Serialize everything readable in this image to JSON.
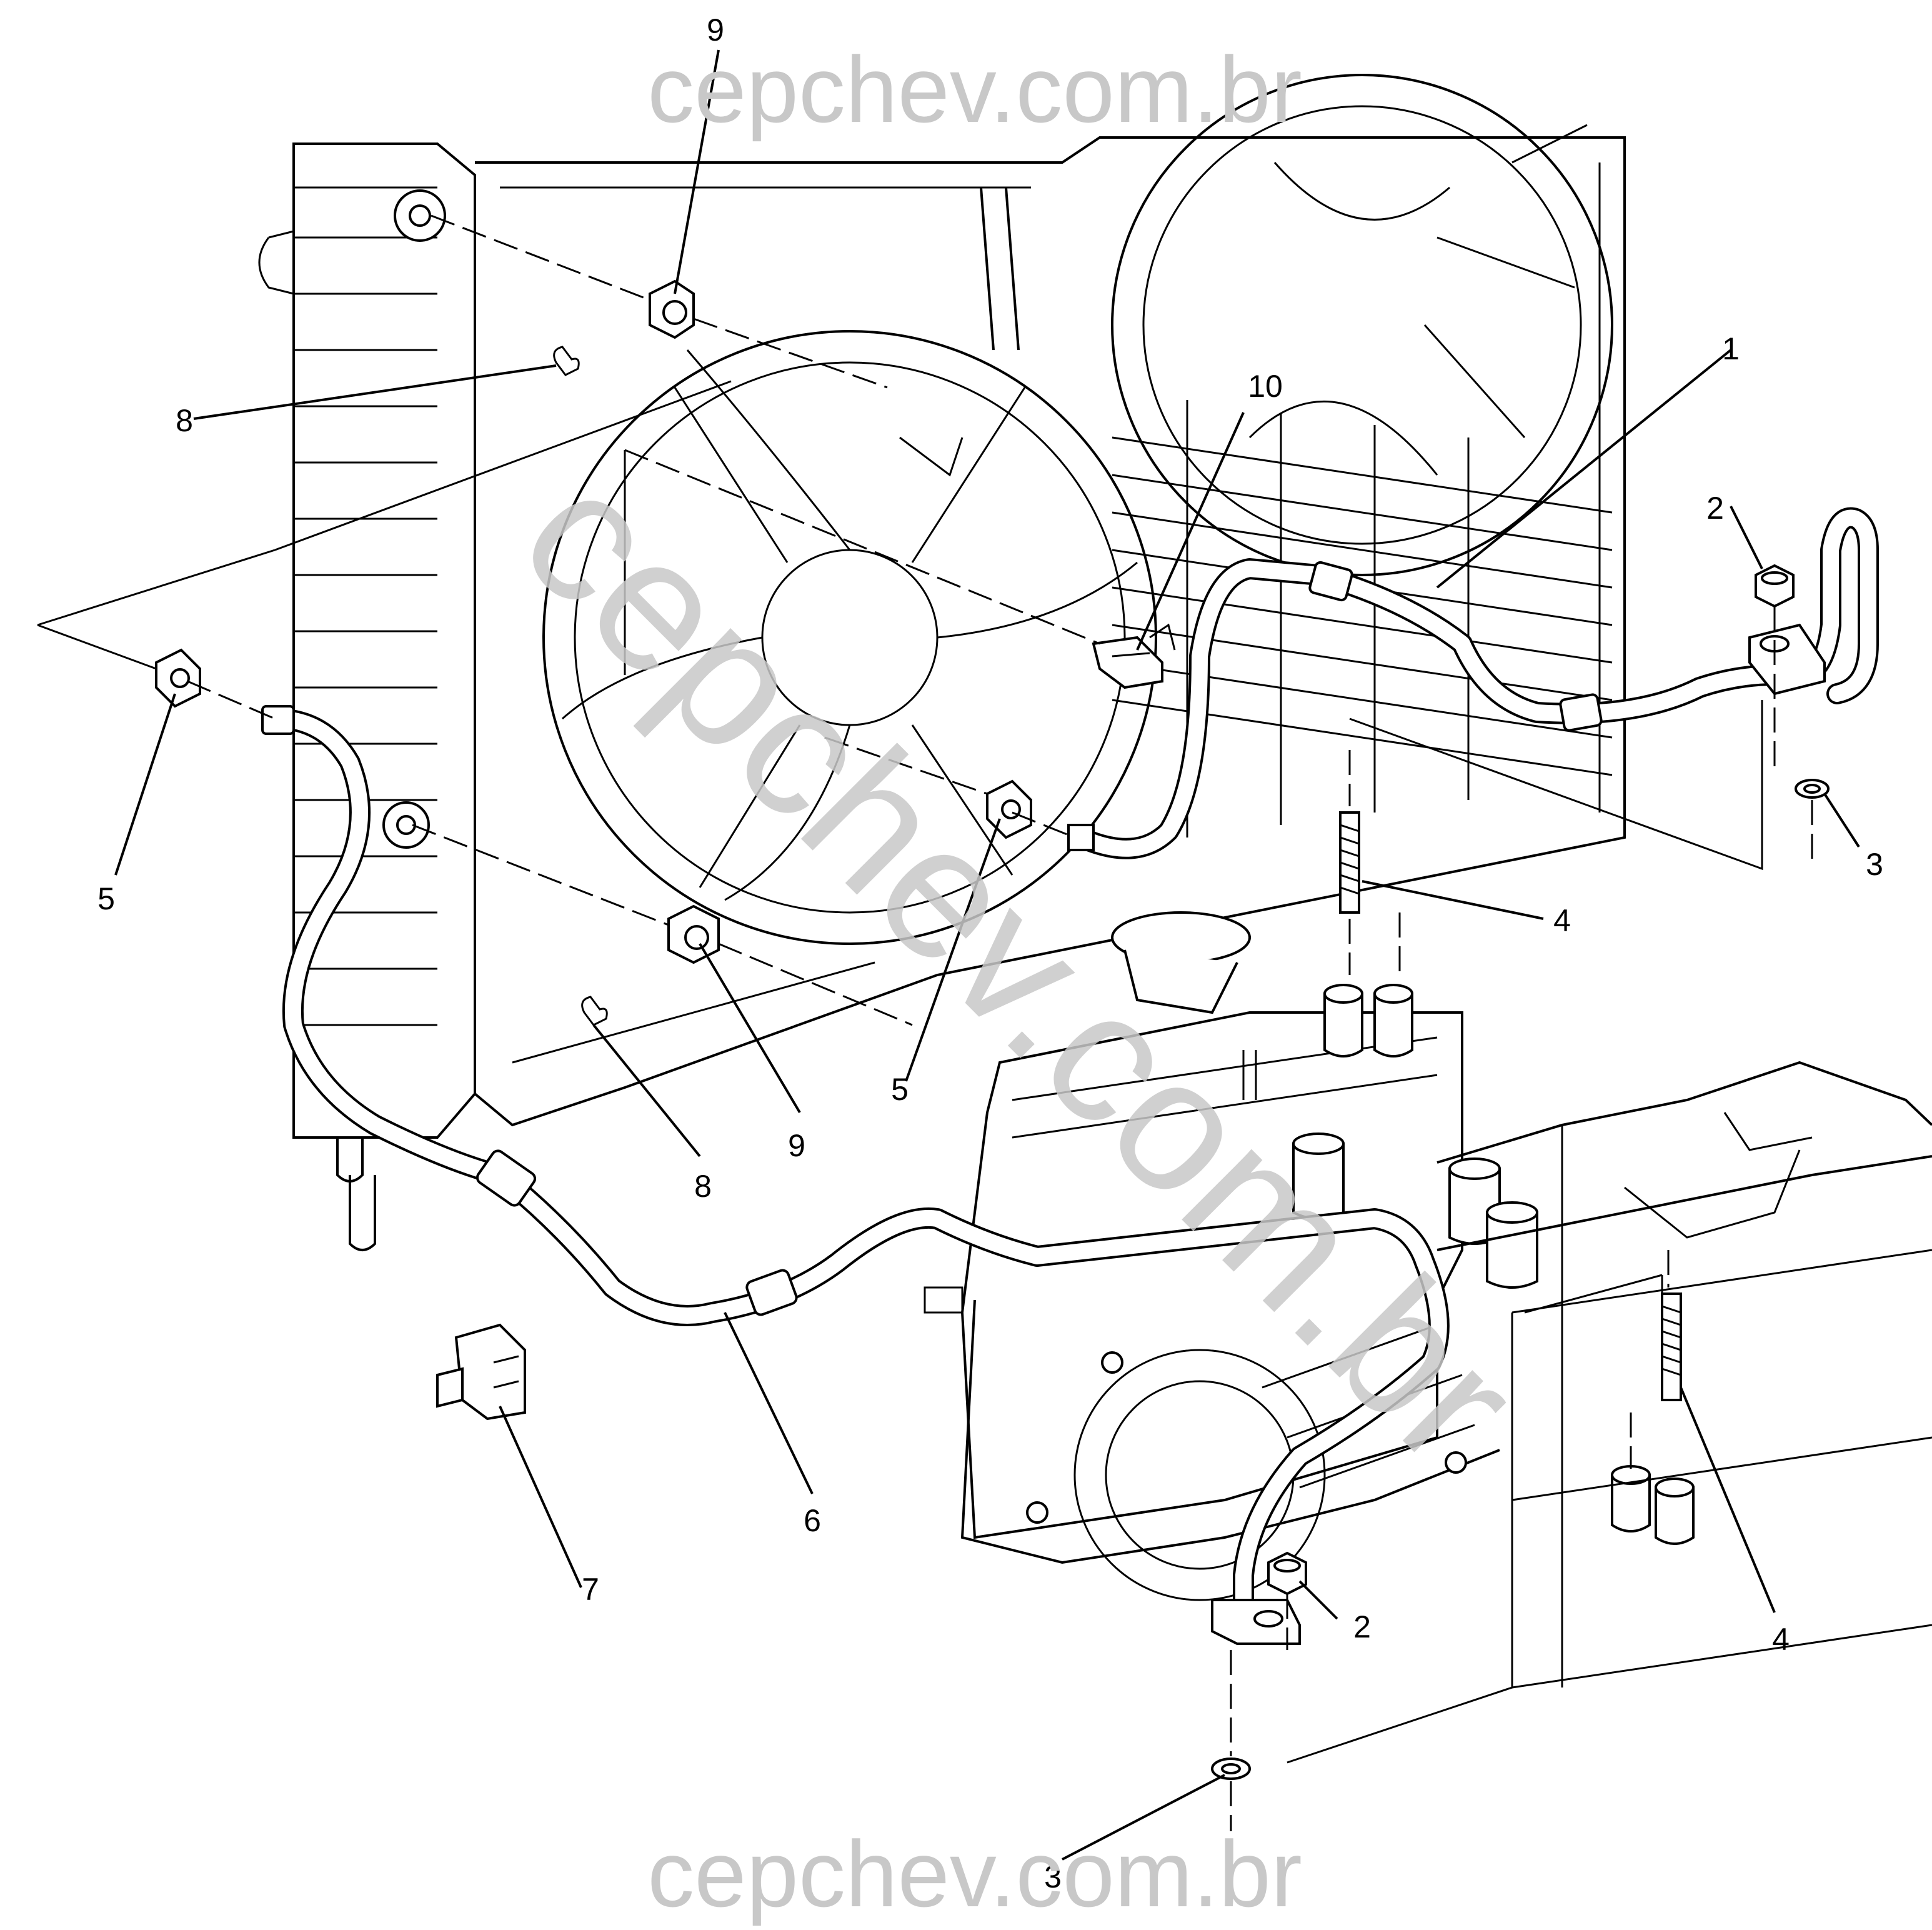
{
  "watermarks": {
    "top": "cepchev.com.br",
    "bottom": "cepchev.com.br",
    "diagonal": "cepchev.com.br"
  },
  "callouts": {
    "c1": "1",
    "c2a": "2",
    "c2b": "2",
    "c3a": "3",
    "c3b": "3",
    "c4a": "4",
    "c4b": "4",
    "c5a": "5",
    "c5b": "5",
    "c6": "6",
    "c7": "7",
    "c8a": "8",
    "c8b": "8",
    "c9a": "9",
    "c9b": "9",
    "c10": "10"
  }
}
